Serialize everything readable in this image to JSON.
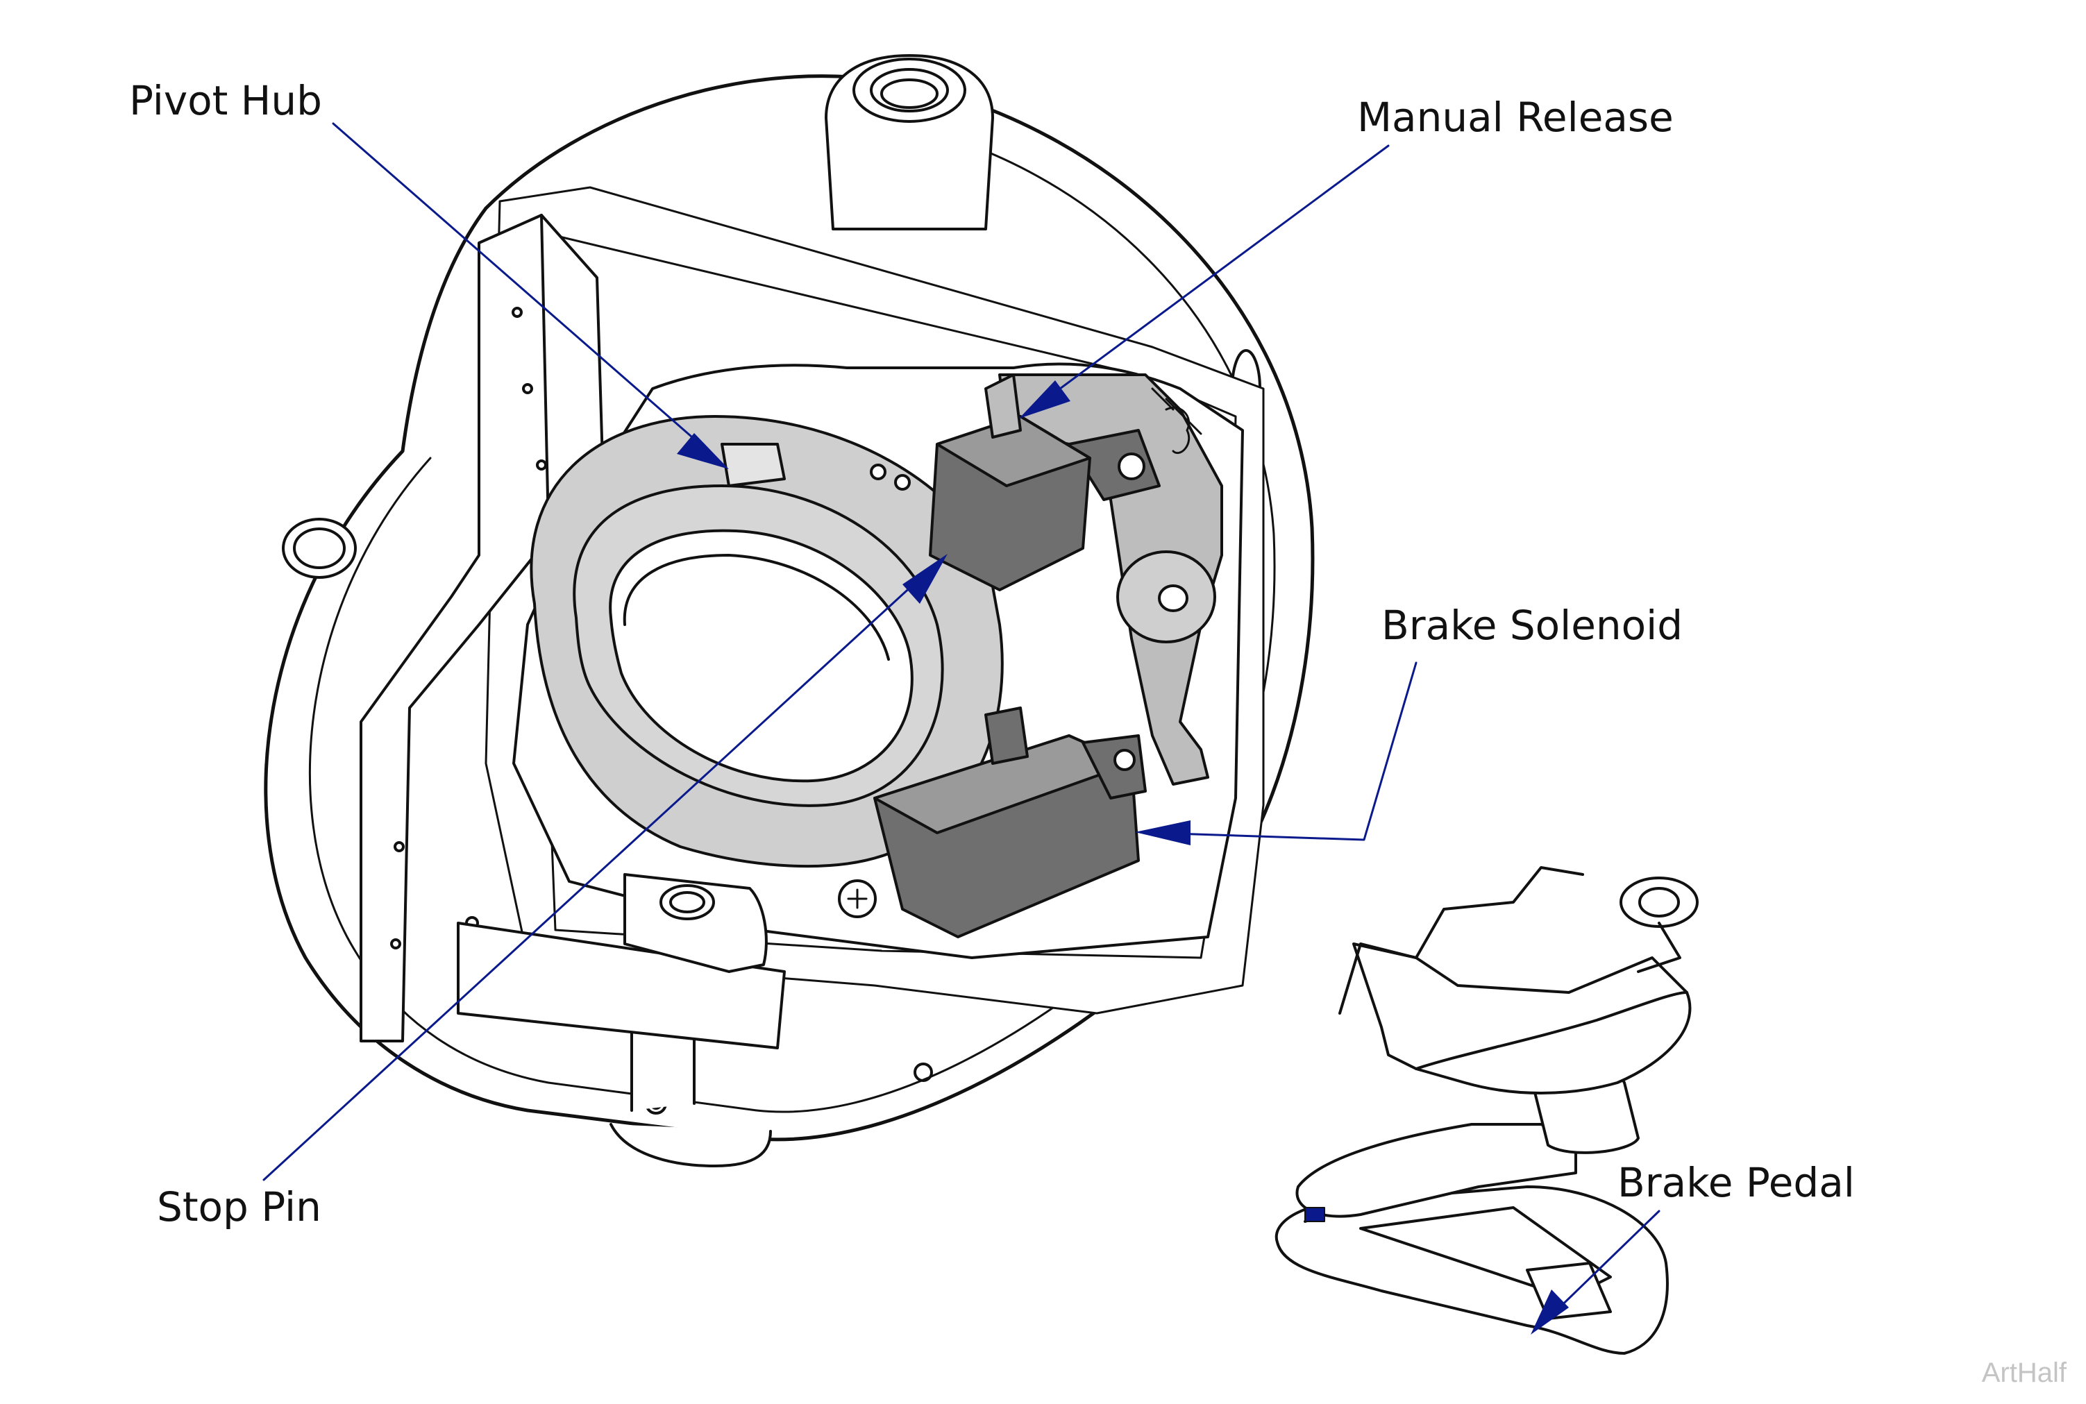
{
  "labels": {
    "pivot_hub": "Pivot Hub",
    "manual_release": "Manual Release",
    "brake_solenoid": "Brake Solenoid",
    "stop_pin": "Stop Pin",
    "brake_pedal": "Brake Pedal"
  },
  "watermark": "ArtHalf",
  "colors": {
    "leader_line": "#0a1a8c",
    "part_dark": "#6f6f6f",
    "part_mid": "#bdbdbd",
    "ring_gray": "#cfcfcf",
    "outline": "#111111",
    "background": "#ffffff"
  }
}
